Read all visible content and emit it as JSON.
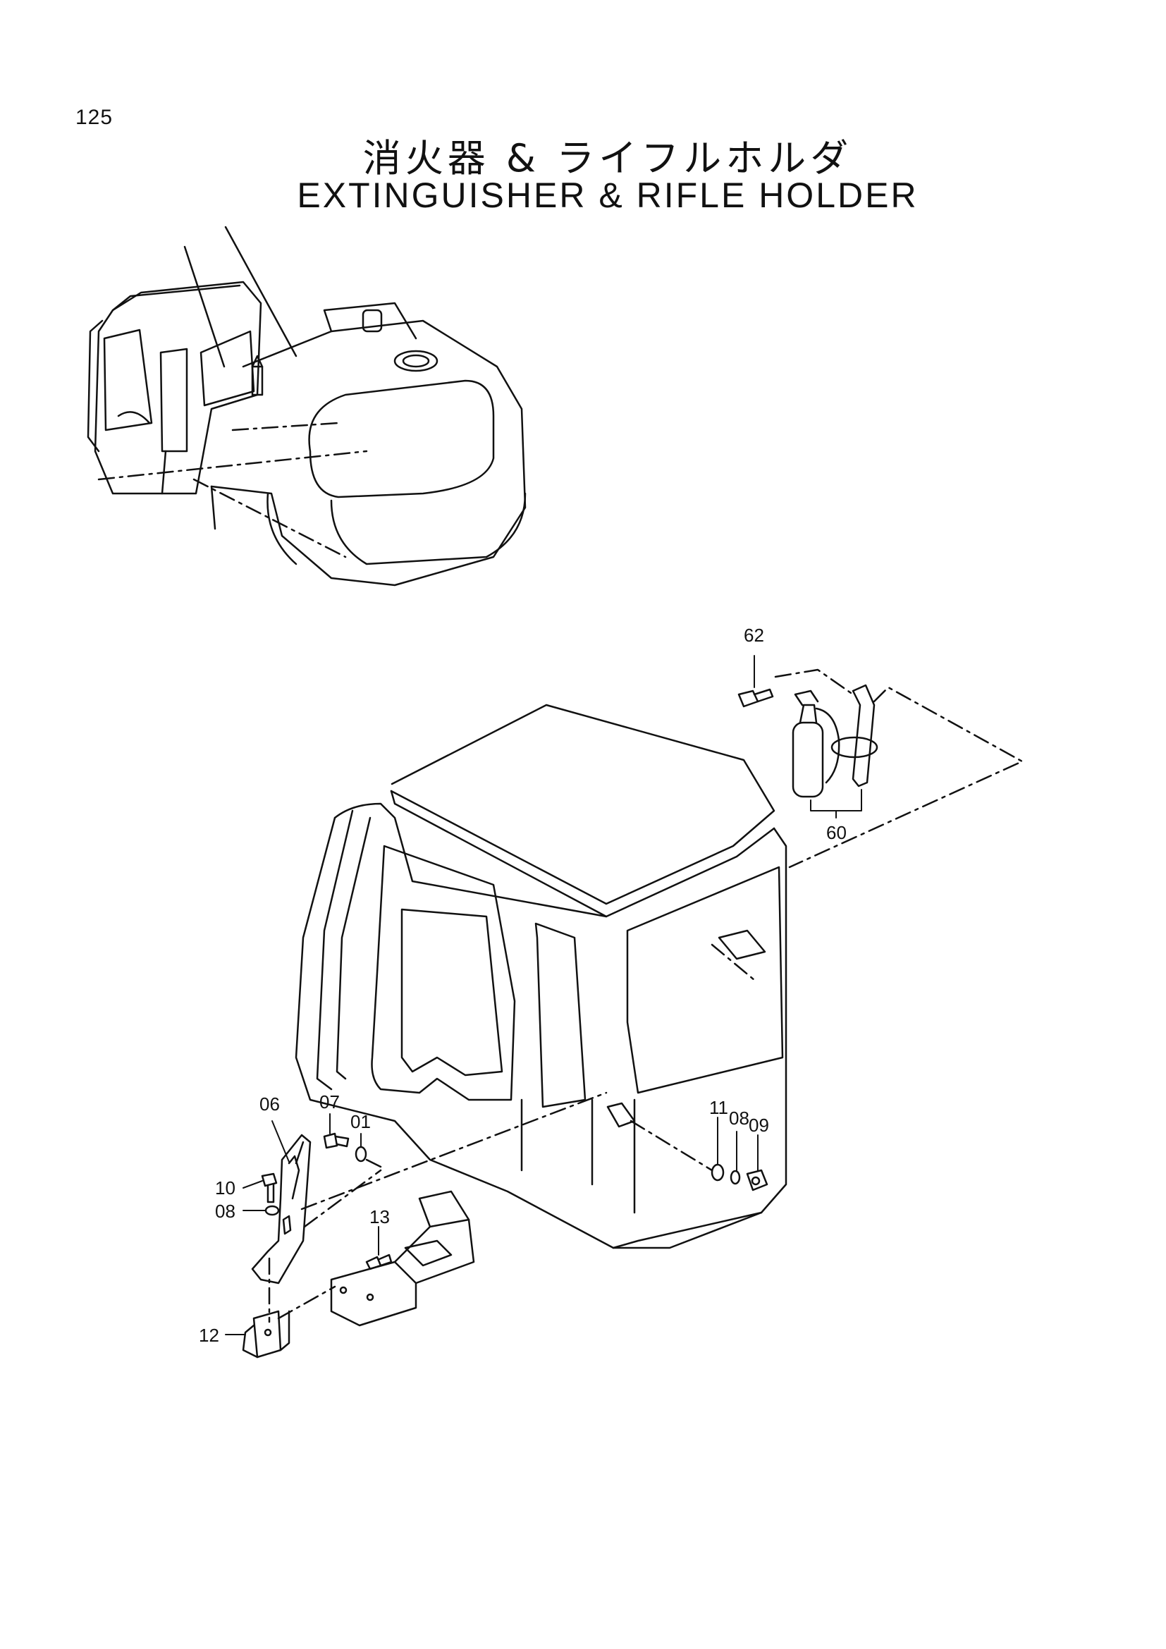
{
  "page_number": "125",
  "title_jp": "消火器 & ライフルホルダ",
  "title_en": "EXTINGUISHER & RIFLE HOLDER",
  "callouts": {
    "c62": "62",
    "c60": "60",
    "c06": "06",
    "c07": "07",
    "c01": "01",
    "c10": "10",
    "c08a": "08",
    "c13": "13",
    "c12": "12",
    "c11": "11",
    "c08b": "08",
    "c09": "09"
  }
}
